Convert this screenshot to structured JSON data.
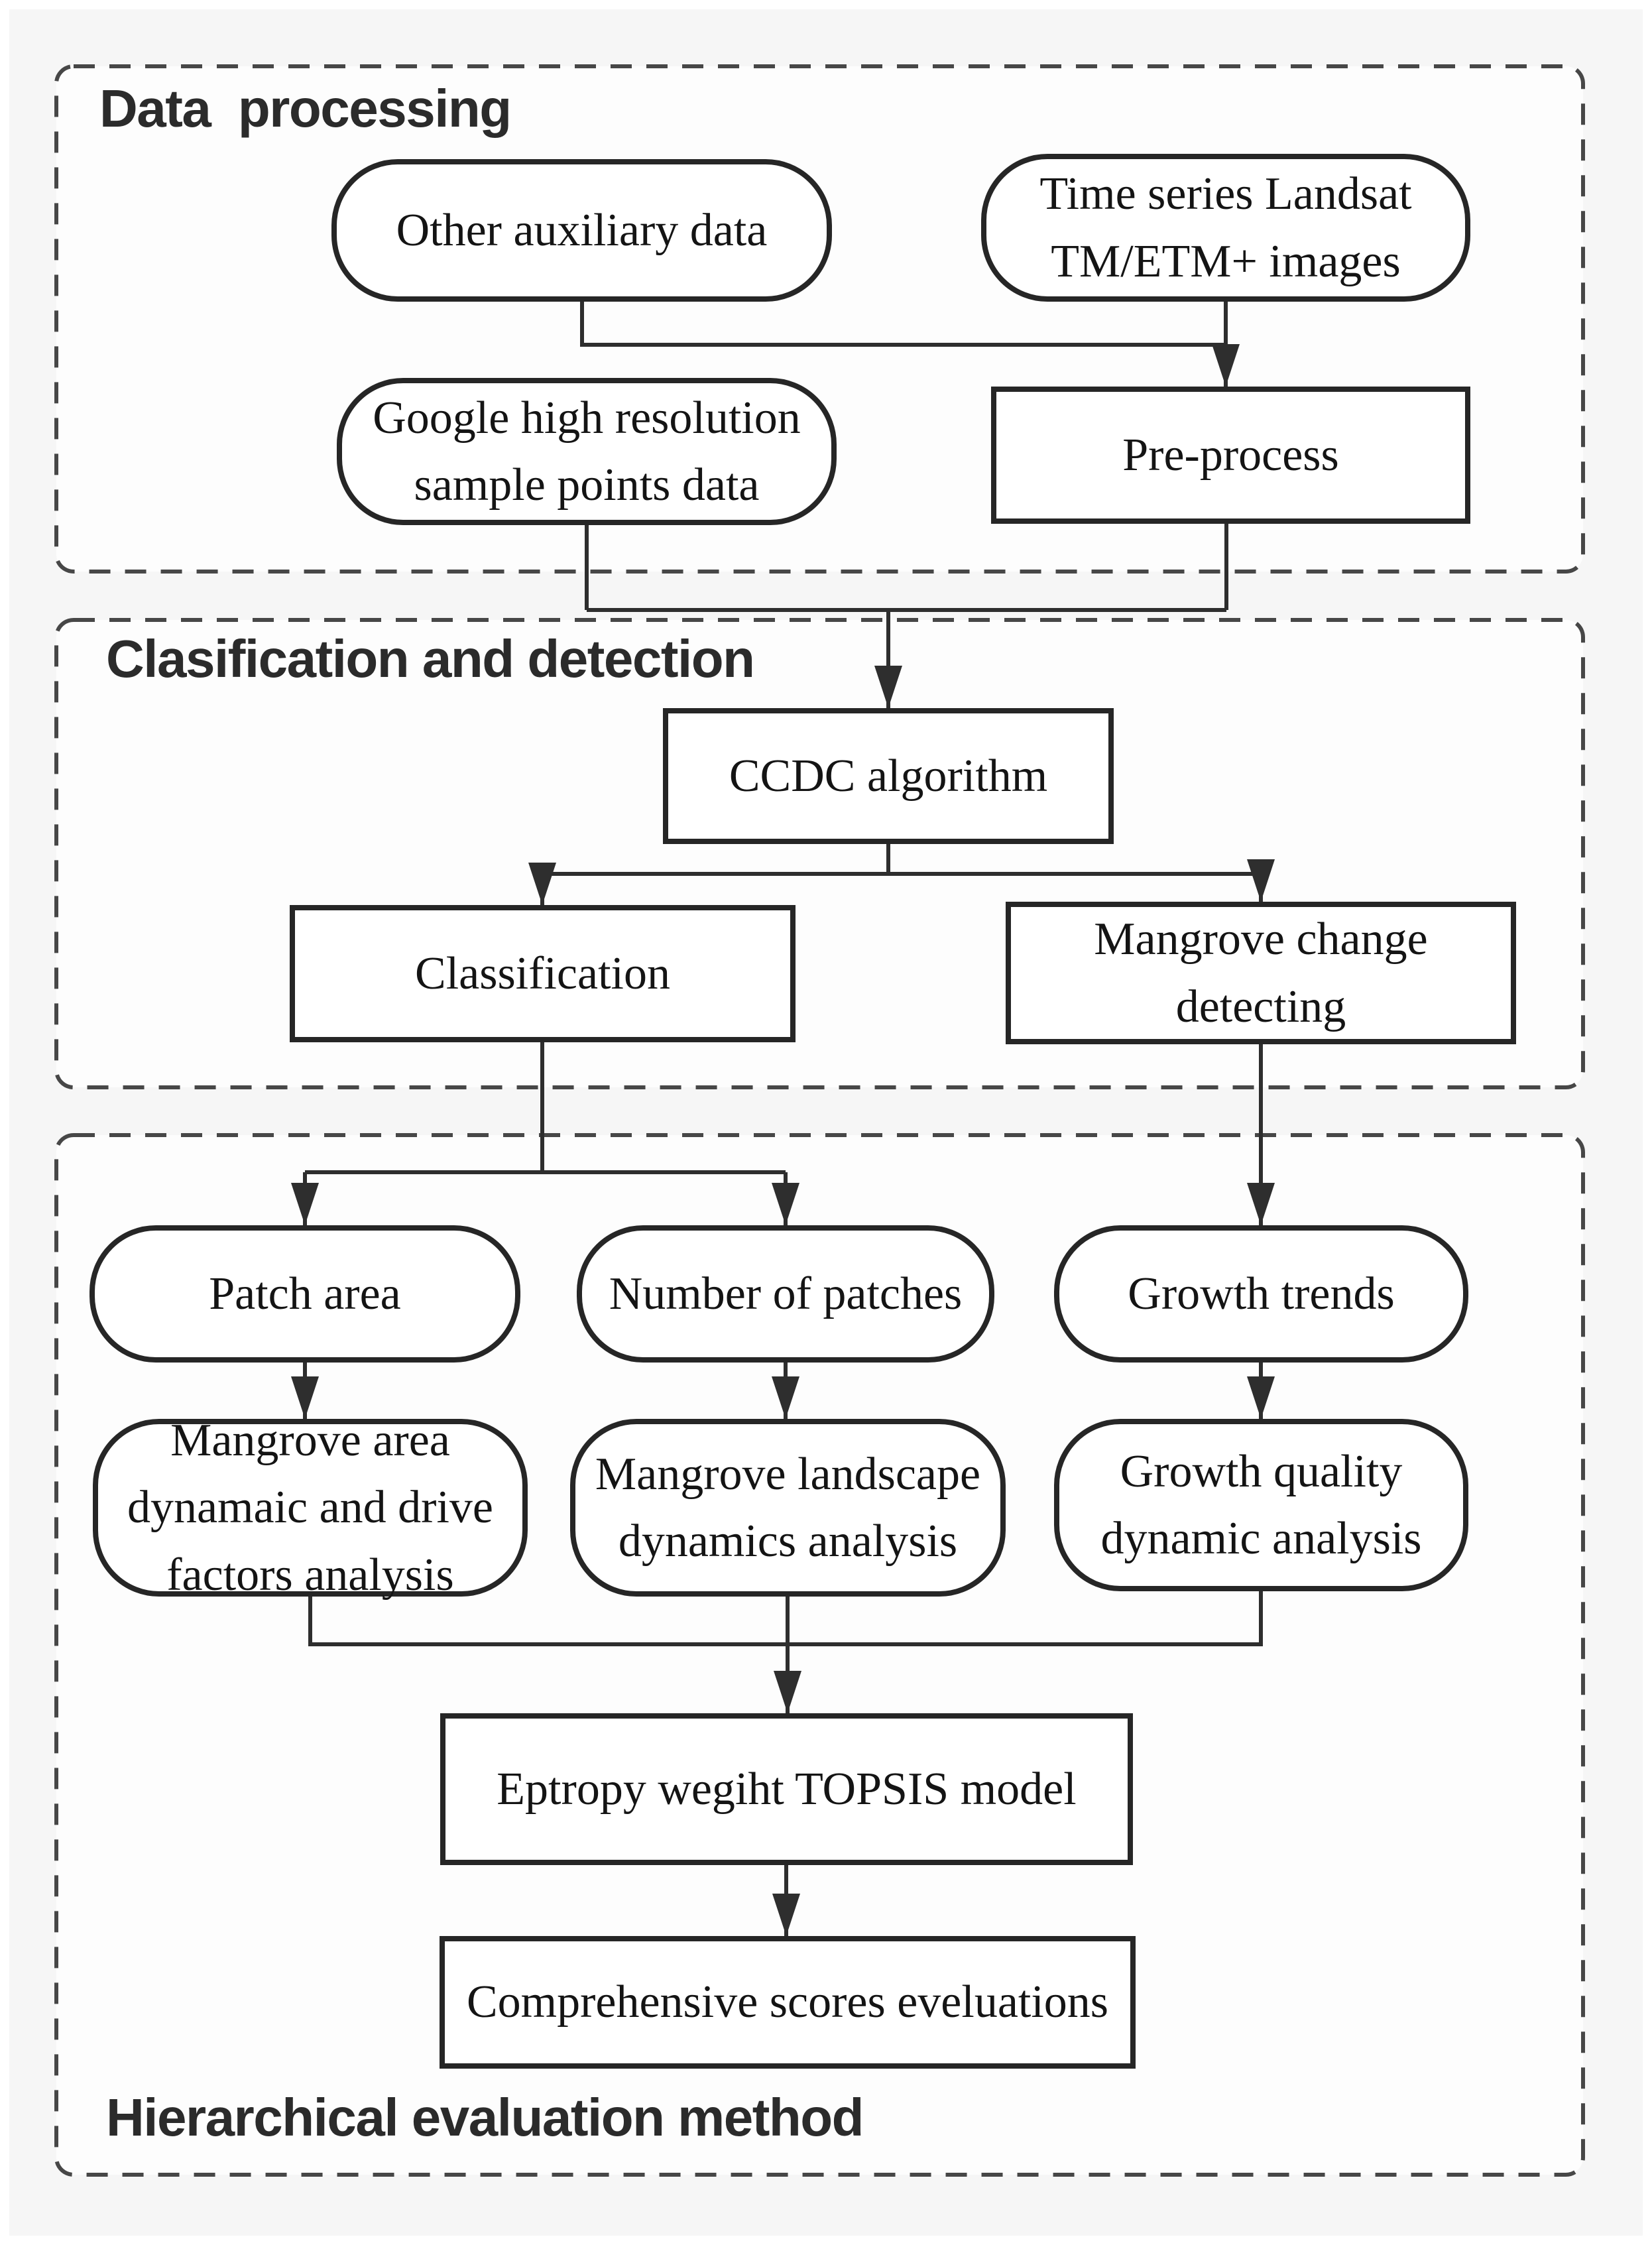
{
  "sections": {
    "data_processing": {
      "title": "Data  processing"
    },
    "classification_detection": {
      "title": "Clasification and detection"
    },
    "hierarchical_evaluation": {
      "title": "Hierarchical evaluation method"
    }
  },
  "nodes": {
    "other_aux": {
      "label": "Other auxiliary data",
      "shape": "rounded"
    },
    "landsat": {
      "label": "Time series Landsat\nTM/ETM+ images",
      "shape": "rounded"
    },
    "google_samples": {
      "label": "Google high resolution\nsample points data",
      "shape": "rounded"
    },
    "preprocess": {
      "label": "Pre-process",
      "shape": "rect"
    },
    "ccdc": {
      "label": "CCDC algorithm",
      "shape": "rect"
    },
    "classification": {
      "label": "Classification",
      "shape": "rect"
    },
    "mangrove_change": {
      "label": "Mangrove change\ndetecting",
      "shape": "rect"
    },
    "patch_area": {
      "label": "Patch area",
      "shape": "rounded"
    },
    "number_patches": {
      "label": "Number of patches",
      "shape": "rounded"
    },
    "growth_trends": {
      "label": "Growth trends",
      "shape": "rounded"
    },
    "mangrove_area_analysis": {
      "label": "Mangrove area\ndynamaic and drive\nfactors analysis",
      "shape": "rounded"
    },
    "mangrove_landscape_analysis": {
      "label": "Mangrove landscape\ndynamics analysis",
      "shape": "rounded"
    },
    "growth_quality_analysis": {
      "label": "Growth quality\ndynamic analysis",
      "shape": "rounded"
    },
    "topsis": {
      "label": "Eptropy wegiht TOPSIS model",
      "shape": "rect"
    },
    "comprehensive": {
      "label": "Comprehensive scores eveluations",
      "shape": "rect"
    }
  },
  "edges": [
    {
      "from": "other_aux",
      "to": "preprocess"
    },
    {
      "from": "landsat",
      "to": "preprocess"
    },
    {
      "from": "preprocess",
      "to": "ccdc"
    },
    {
      "from": "google_samples",
      "to": "ccdc"
    },
    {
      "from": "ccdc",
      "to": "classification"
    },
    {
      "from": "ccdc",
      "to": "mangrove_change"
    },
    {
      "from": "classification",
      "to": "patch_area"
    },
    {
      "from": "classification",
      "to": "number_patches"
    },
    {
      "from": "mangrove_change",
      "to": "growth_trends"
    },
    {
      "from": "patch_area",
      "to": "mangrove_area_analysis"
    },
    {
      "from": "number_patches",
      "to": "mangrove_landscape_analysis"
    },
    {
      "from": "growth_trends",
      "to": "growth_quality_analysis"
    },
    {
      "from": "mangrove_area_analysis",
      "to": "topsis"
    },
    {
      "from": "mangrove_landscape_analysis",
      "to": "topsis"
    },
    {
      "from": "growth_quality_analysis",
      "to": "topsis"
    },
    {
      "from": "topsis",
      "to": "comprehensive"
    }
  ],
  "colors": {
    "background": "#f6f6f6",
    "node_fill": "#ffffff",
    "line": "#2e2e2e",
    "dashed_border": "#474747",
    "text": "#141414"
  }
}
